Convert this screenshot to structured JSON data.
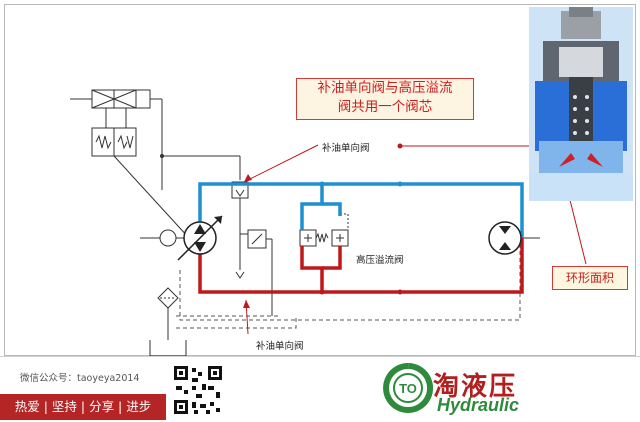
{
  "callout": {
    "line1": "补油单向阀与高压溢流",
    "line2": "阀共用一个阀芯"
  },
  "labels": {
    "check_valve_top": "补油单向阀",
    "relief_valve": "高压溢流阀",
    "check_valve_bottom": "补油单向阀",
    "annular_area": "环形面积"
  },
  "footer": {
    "wechat": "微信公众号：taoyeya2014",
    "slogan": "热爱 | 坚持 | 分享 | 进步",
    "brand_cn": "淘液压",
    "brand_en": "Hydraulic",
    "logo_text": "TO"
  },
  "colors": {
    "high_pressure_line": "#1e8fd0",
    "low_pressure_line": "#c01818",
    "accent_red": "#cc2020",
    "brand_green": "#2f8b3c"
  }
}
